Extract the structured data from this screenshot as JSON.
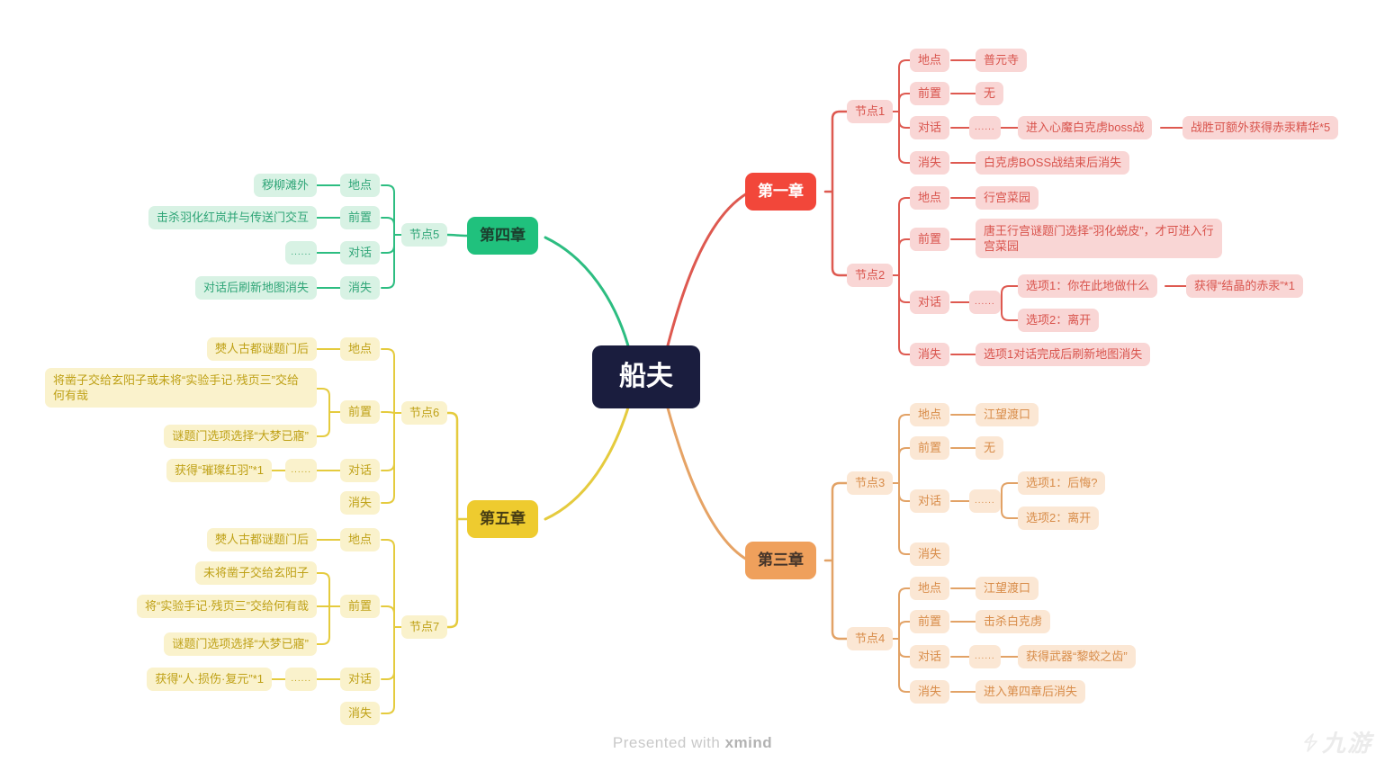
{
  "root_label": "船夫",
  "labels": {
    "place": "地点",
    "pre": "前置",
    "talk": "对话",
    "gone": "消失",
    "ellipsis": "......"
  },
  "chapters": {
    "c1": {
      "title": "第一章"
    },
    "c3": {
      "title": "第三章"
    },
    "c4": {
      "title": "第四章"
    },
    "c5": {
      "title": "第五章"
    }
  },
  "nodes": {
    "n1": {
      "title": "节点1",
      "place": "普元寺",
      "pre": "无",
      "talk_step1": "进入心魔白克虏boss战",
      "talk_step2": "战胜可额外获得赤汞精华*5",
      "gone": "白克虏BOSS战结束后消失"
    },
    "n2": {
      "title": "节点2",
      "place": "行宫菜园",
      "pre": "唐王行宫谜题门选择“羽化蜕皮”，才可进入行宫菜园",
      "opt1": "选项1：你在此地做什么",
      "opt1_reward": "获得“结晶的赤汞”*1",
      "opt2": "选项2：离开",
      "gone": "选项1对话完成后刷新地图消失"
    },
    "n3": {
      "title": "节点3",
      "place": "江望渡口",
      "pre": "无",
      "opt1": "选项1：后悔?",
      "opt2": "选项2：离开"
    },
    "n4": {
      "title": "节点4",
      "place": "江望渡口",
      "pre": "击杀白克虏",
      "talk_step1": "获得武器“黎蛟之齿”",
      "gone": "进入第四章后消失"
    },
    "n5": {
      "title": "节点5",
      "place": "秽柳滩外",
      "pre": "击杀羽化红岚并与传送门交互",
      "gone": "对话后刷新地图消失"
    },
    "n6": {
      "title": "节点6",
      "place": "僰人古都谜题门后",
      "pre1": "将凿子交给玄阳子或未将“实验手记·残页三”交给何有哉",
      "pre2": "谜题门选项选择“大梦已寤”",
      "talk_reward": "获得“璀璨红羽”*1"
    },
    "n7": {
      "title": "节点7",
      "place": "僰人古都谜题门后",
      "pre1": "未将凿子交给玄阳子",
      "pre2": "将“实验手记·残页三”交给何有哉",
      "pre3": "谜题门选项选择“大梦已寤”",
      "talk_reward": "获得“人·损伤·复元”*1"
    }
  },
  "footer": {
    "presented": "Presented with ",
    "brand": "xmind"
  },
  "watermark": "九游",
  "colors": {
    "red_line": "#de5950",
    "orange_line": "#e2a266",
    "green_line": "#2dbd81",
    "yellow_line": "#e5cb3e",
    "root_bg": "#1a1d3e",
    "red_chapter": "#f2473a",
    "orange_chapter": "#efa05c",
    "green_chapter": "#20c17d",
    "yellow_chapter": "#eecb2f"
  }
}
